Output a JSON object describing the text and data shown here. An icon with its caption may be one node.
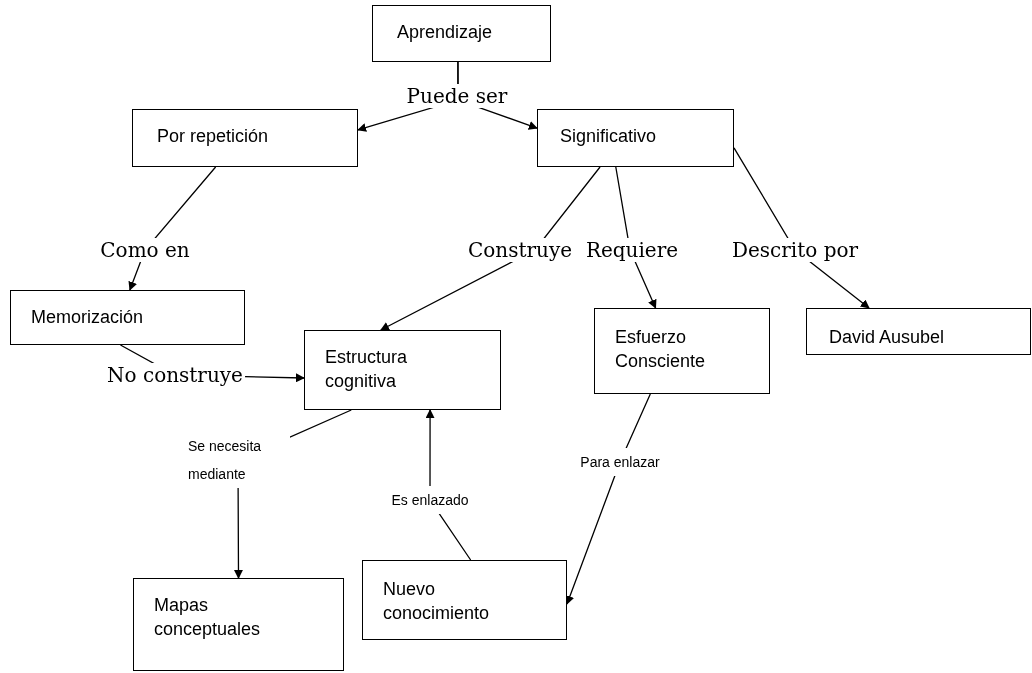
{
  "diagram": {
    "nodes": [
      {
        "text": [
          "Aprendizaje"
        ]
      },
      {
        "text": [
          "Por repetición"
        ]
      },
      {
        "text": [
          "Significativo"
        ]
      },
      {
        "text": [
          "Memorización"
        ]
      },
      {
        "text": [
          "Estructura cognitiva"
        ]
      },
      {
        "text": [
          "Esfuerzo Consciente"
        ]
      },
      {
        "text": [
          "David Ausubel"
        ]
      },
      {
        "text": [
          "Mapas conceptuales"
        ]
      },
      {
        "text": [
          "Nuevo conocimiento"
        ]
      }
    ],
    "edges": [
      {
        "from": 0,
        "to": 1,
        "arrow": "to",
        "label": "Puede ser"
      },
      {
        "from": 0,
        "to": 2,
        "arrow": "to"
      },
      {
        "from": 1,
        "to": 3,
        "arrow": "to",
        "label": "Como en"
      },
      {
        "from": 2,
        "to": 4,
        "arrow": "to",
        "label": "Construye"
      },
      {
        "from": 2,
        "to": 5,
        "arrow": "to",
        "label": "Requiere"
      },
      {
        "from": 2,
        "to": 6,
        "arrow": "to",
        "label": "Descrito por"
      },
      {
        "from": 3,
        "to": 4,
        "arrow": "to",
        "label": "No construye"
      },
      {
        "from": 4,
        "to": 7,
        "arrow": "to",
        "label": "Se necesita mediante"
      },
      {
        "from": 8,
        "to": 4,
        "arrow": "to",
        "label": "Es enlazado"
      },
      {
        "from": 5,
        "to": 8,
        "arrow": "to",
        "label": "Para enlazar"
      }
    ]
  }
}
